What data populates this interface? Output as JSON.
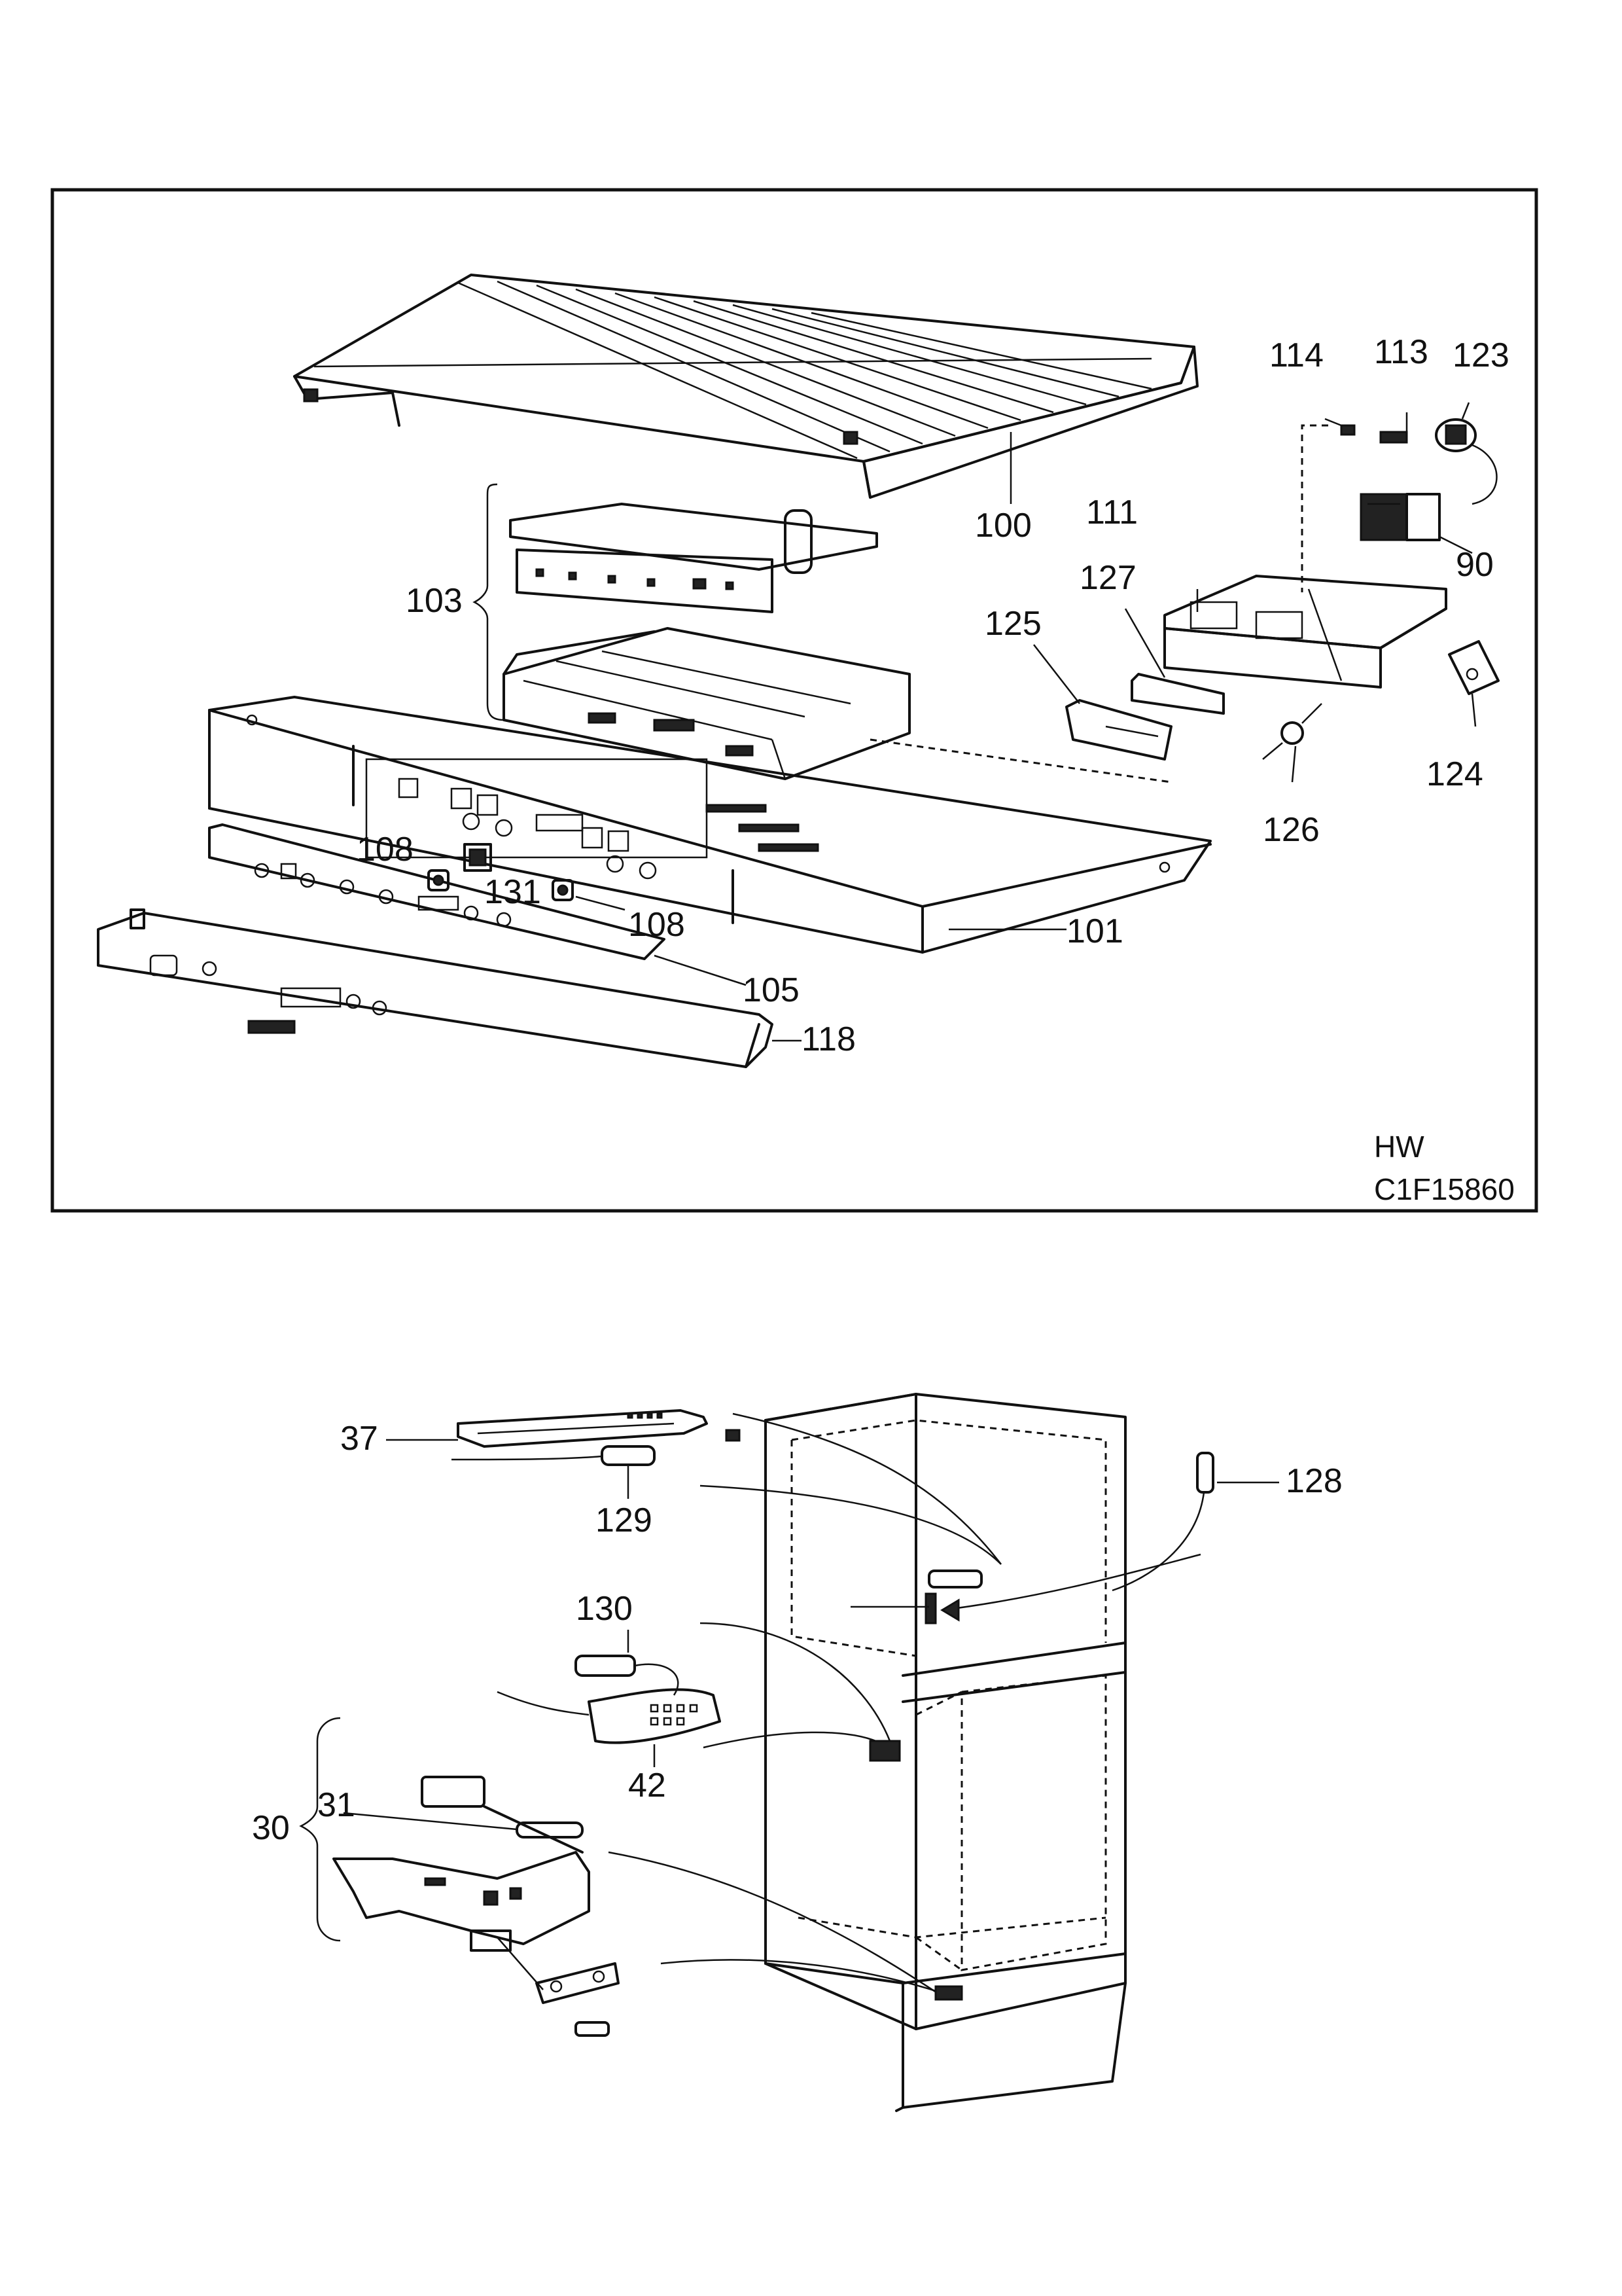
{
  "top_labels": [
    {
      "key": "l100",
      "text": "100"
    },
    {
      "key": "l103",
      "text": "103"
    },
    {
      "key": "l114",
      "text": "114"
    },
    {
      "key": "l113",
      "text": "113"
    },
    {
      "key": "l123",
      "text": "123"
    },
    {
      "key": "l111",
      "text": "111"
    },
    {
      "key": "l90",
      "text": "90"
    },
    {
      "key": "l127",
      "text": "127"
    },
    {
      "key": "l125",
      "text": "125"
    },
    {
      "key": "l124",
      "text": "124"
    },
    {
      "key": "l126",
      "text": "126"
    },
    {
      "key": "l108a",
      "text": "108"
    },
    {
      "key": "l131",
      "text": "131"
    },
    {
      "key": "l108b",
      "text": "108"
    },
    {
      "key": "l101",
      "text": "101"
    },
    {
      "key": "l105",
      "text": "105"
    },
    {
      "key": "l118",
      "text": "118"
    }
  ],
  "bottom_labels": [
    {
      "key": "l37",
      "text": "37"
    },
    {
      "key": "l128",
      "text": "128"
    },
    {
      "key": "l129",
      "text": "129"
    },
    {
      "key": "l130",
      "text": "130"
    },
    {
      "key": "l42",
      "text": "42"
    },
    {
      "key": "l30",
      "text": "30"
    },
    {
      "key": "l31",
      "text": "31"
    }
  ],
  "diagram_tag": {
    "line1": "HW",
    "line2": "C1F15860"
  }
}
